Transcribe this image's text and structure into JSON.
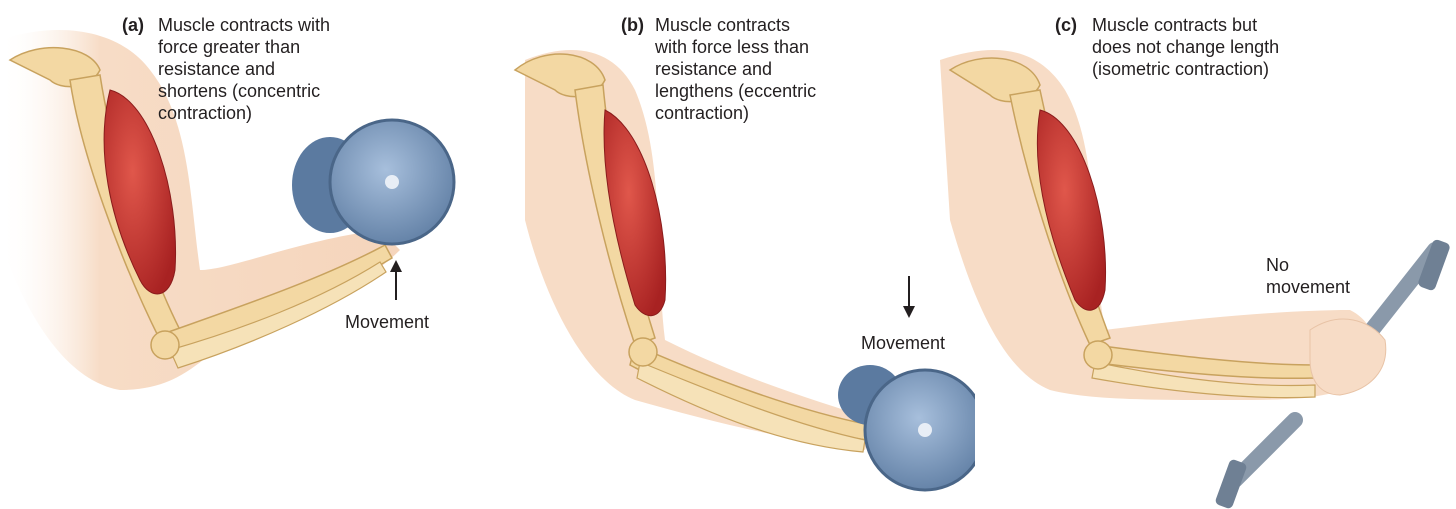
{
  "panels": [
    {
      "letter": "(a)",
      "caption": "Muscle contracts with\nforce greater than\nresistance and\nshortens (concentric\ncontraction)",
      "movement_label": "Movement",
      "movement_direction": "up"
    },
    {
      "letter": "(b)",
      "caption": "Muscle contracts\nwith force less than\nresistance and\nlengthens (eccentric\ncontraction)",
      "movement_label": "Movement",
      "movement_direction": "down"
    },
    {
      "letter": "(c)",
      "caption": "Muscle contracts but\ndoes not change length\n(isometric contraction)",
      "movement_label": "No\nmovement"
    }
  ],
  "colors": {
    "skin": "#f7dcc6",
    "bone": "#f3d8a3",
    "bone_outline": "#c8a25e",
    "muscle": "#c7332f",
    "weight": "#7d9bbf",
    "weight_dark": "#5b7aa0",
    "bar": "#8a99aa"
  }
}
